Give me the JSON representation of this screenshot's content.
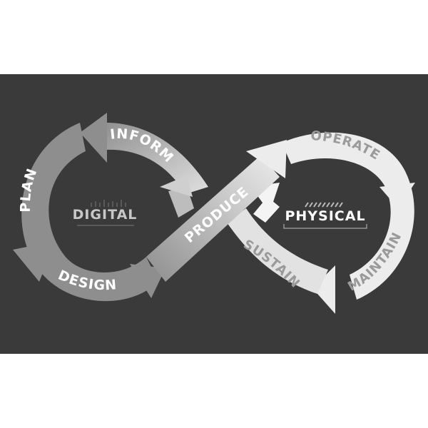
{
  "diagram": {
    "left_loop": {
      "center_label": "DIGITAL",
      "steps": [
        "INFORM",
        "PLAN",
        "DESIGN"
      ]
    },
    "crossing_arrow": "PRODUCE",
    "right_loop": {
      "center_label": "PHYSICAL",
      "steps": [
        "OPERATE",
        "MAINTAIN",
        "SUSTAIN"
      ]
    }
  },
  "colors": {
    "background": "#3a3a3a",
    "digital_band": "#8e8e8e",
    "digital_band_light": "#a8a8a8",
    "physical_band": "#ececec",
    "label_on_dark": "#ffffff",
    "label_on_light": "#9a9a9a",
    "physical_text": "#ffffff",
    "digital_text": "#c8c8c8"
  }
}
